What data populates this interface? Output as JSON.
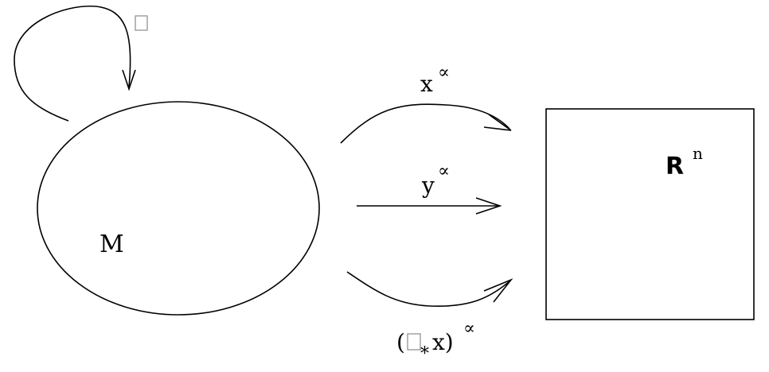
{
  "manifold": {
    "label": "M"
  },
  "self_map": {
    "label": ""
  },
  "target": {
    "label_base": "R",
    "label_sup": "n"
  },
  "maps": [
    {
      "label_base": "x",
      "label_sup": "∝"
    },
    {
      "label_base": "y",
      "label_sup": "∝"
    },
    {
      "label_open": "(",
      "label_sub": "*",
      "label_close": "x)",
      "label_sup": "∝"
    }
  ]
}
